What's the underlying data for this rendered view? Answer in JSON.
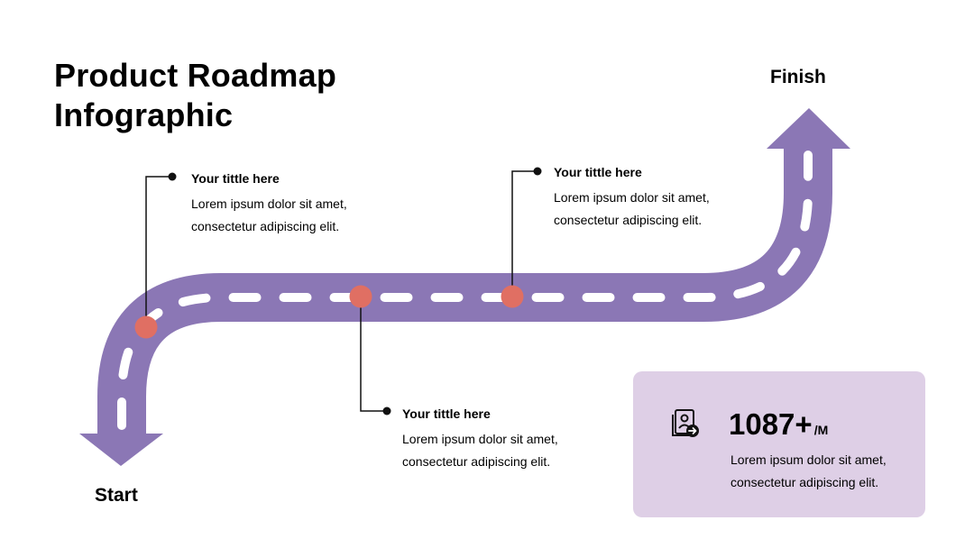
{
  "title_line1": "Product Roadmap",
  "title_line2": "Infographic",
  "start_label": "Start",
  "finish_label": "Finish",
  "milestones": [
    {
      "title": "Your tittle here",
      "body_line1": "Lorem ipsum dolor sit amet,",
      "body_line2": "consectetur adipiscing elit."
    },
    {
      "title": "Your tittle here",
      "body_line1": "Lorem ipsum dolor sit amet,",
      "body_line2": "consectetur adipiscing elit."
    },
    {
      "title": "Your tittle here",
      "body_line1": "Lorem ipsum dolor sit amet,",
      "body_line2": "consectetur adipiscing elit."
    }
  ],
  "stat": {
    "value": "1087+",
    "unit": "/M",
    "body_line1": "Lorem ipsum dolor sit amet,",
    "body_line2": "consectetur adipiscing elit.",
    "icon": "user-card-arrow-icon"
  },
  "colors": {
    "road": "#8b77b5",
    "dash": "#ffffff",
    "marker": "#e06f63",
    "card": "#decfe6"
  }
}
